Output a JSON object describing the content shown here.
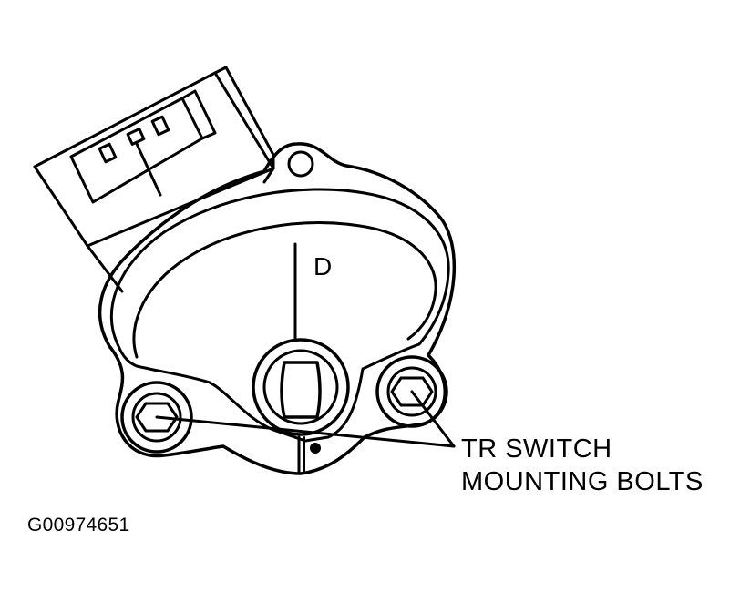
{
  "diagram": {
    "position_mark": "D",
    "callout": {
      "line1": "TR SWITCH",
      "line2": "MOUNTING BOLTS"
    },
    "figure_id": "G00974651"
  },
  "colors": {
    "ink": "#000000",
    "paper": "#ffffff"
  }
}
